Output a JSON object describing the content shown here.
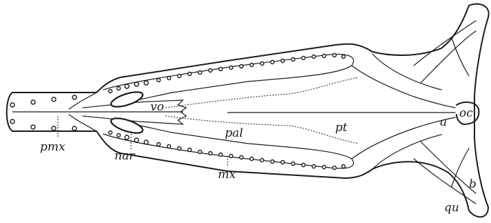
{
  "labels": {
    "pmx": "pmx",
    "nar": "nar",
    "vo": "vo",
    "pal": "pal",
    "pt": "pt",
    "a": "a",
    "oc": "oc",
    "mx": "mx",
    "b": "b",
    "qu": "qu"
  }
}
